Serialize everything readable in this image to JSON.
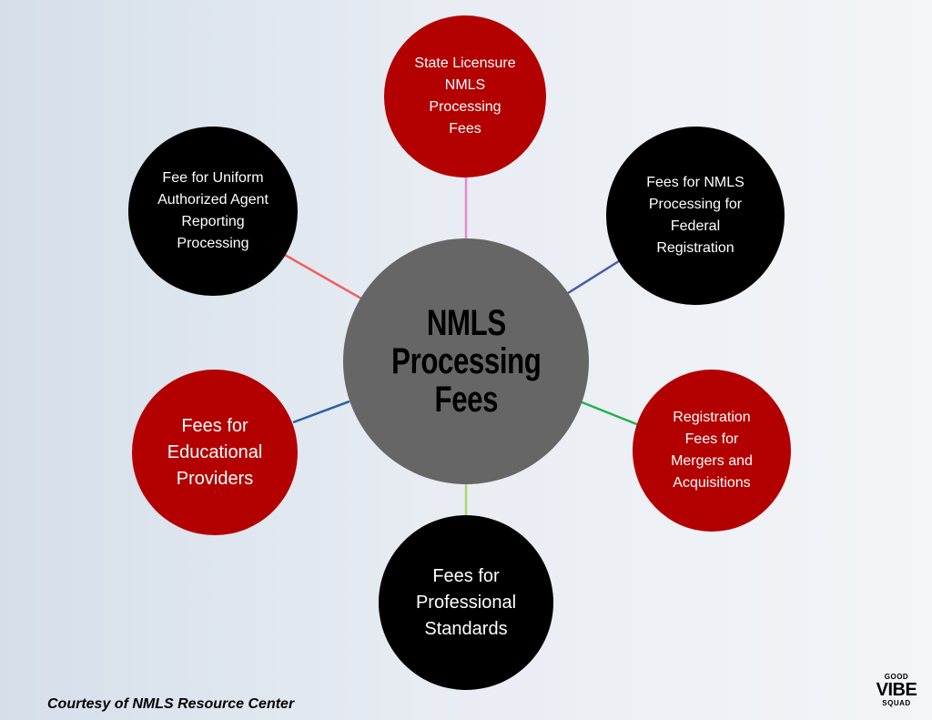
{
  "diagram": {
    "center": {
      "label": "NMLS\nProcessing\nFees",
      "color": "#666666"
    },
    "nodes": [
      {
        "id": "state-licensure",
        "label": "State Licensure\nNMLS\nProcessing\nFees",
        "color": "#b30000",
        "connector_color": "#e58ac9"
      },
      {
        "id": "federal-registration",
        "label": "Fees for NMLS\nProcessing for\nFederal\nRegistration",
        "color": "#000000",
        "connector_color": "#4b5aa6"
      },
      {
        "id": "mergers-acquisitions",
        "label": "Registration\nFees for\nMergers and\nAcquisitions",
        "color": "#b30000",
        "connector_color": "#22b14c"
      },
      {
        "id": "professional-standards",
        "label": "Fees for\nProfessional\nStandards",
        "color": "#000000",
        "connector_color": "#a6d96a"
      },
      {
        "id": "educational-providers",
        "label": "Fees for\nEducational\nProviders",
        "color": "#b30000",
        "connector_color": "#2b5ea8"
      },
      {
        "id": "uniform-authorized-agent",
        "label": "Fee for Uniform\nAuthorized Agent\nReporting\nProcessing",
        "color": "#000000",
        "connector_color": "#f06060"
      }
    ]
  },
  "footer": {
    "credit": "Courtesy of NMLS Resource Center"
  },
  "logo": {
    "line1": "GOOD",
    "line2": "VIBE",
    "line3": "SQUAD"
  }
}
